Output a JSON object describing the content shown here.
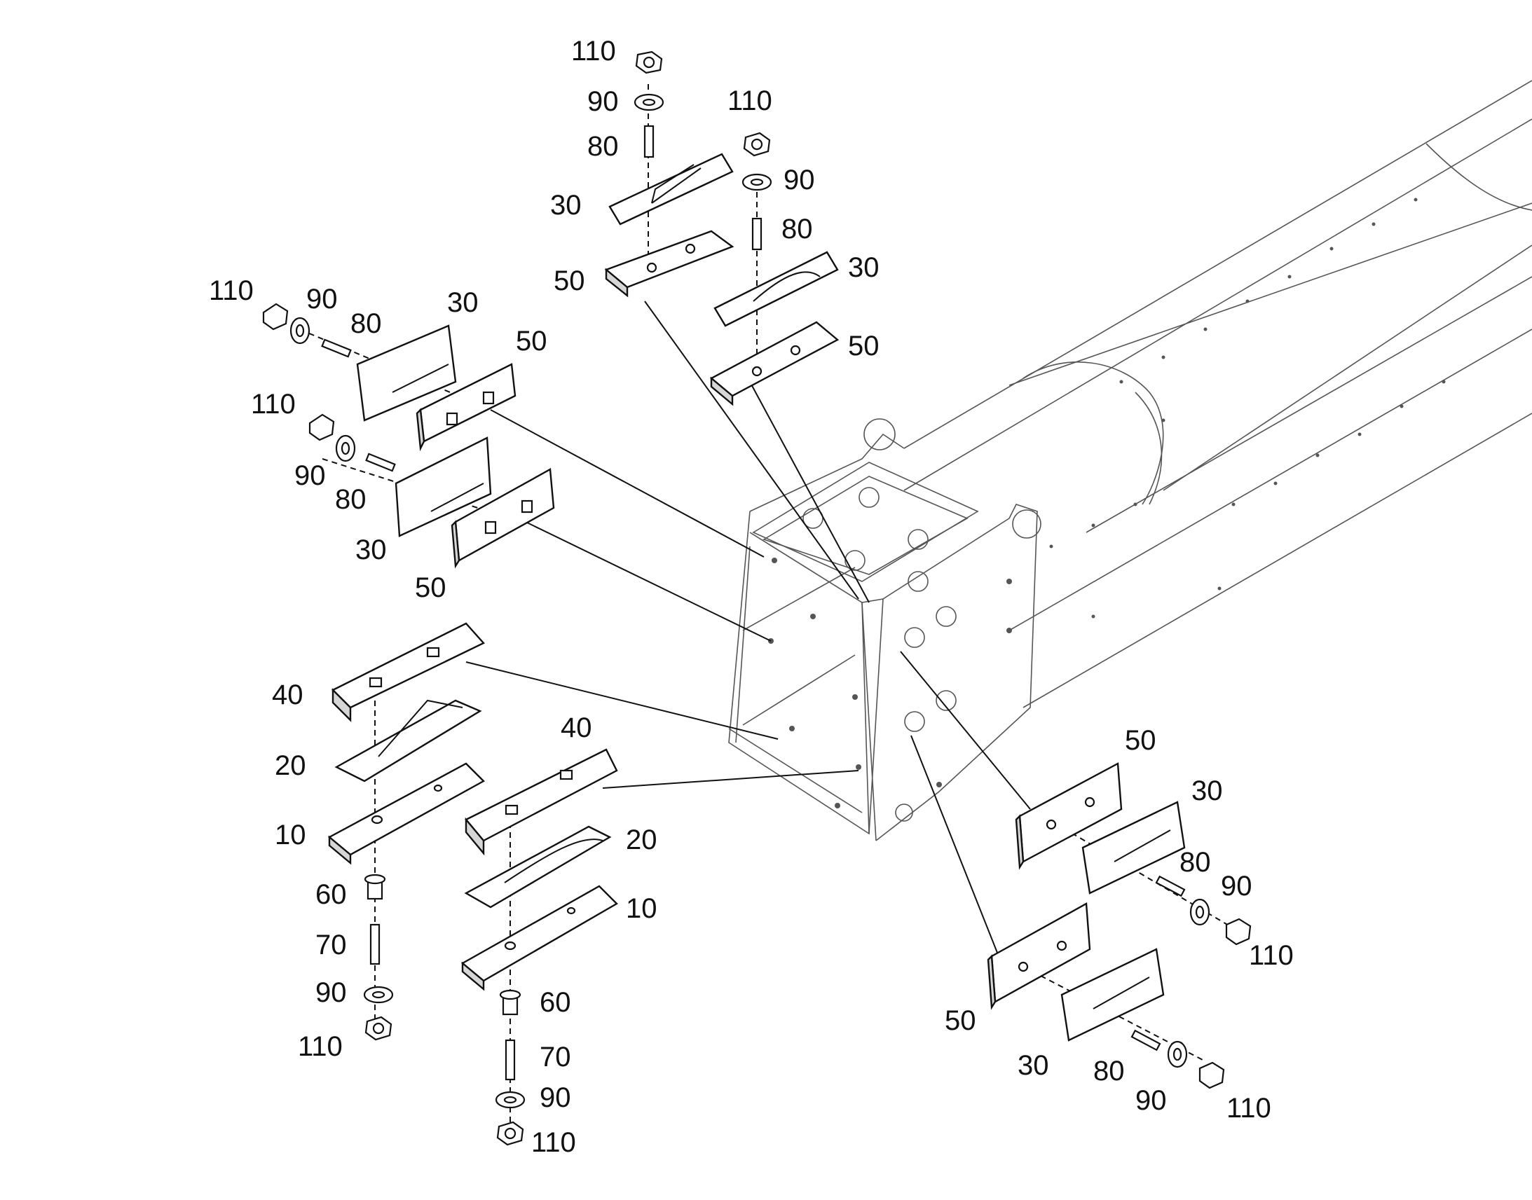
{
  "diagram": {
    "labels": [
      "110",
      "90",
      "80",
      "30",
      "50",
      "110",
      "90",
      "80",
      "30",
      "50",
      "110",
      "90",
      "80",
      "30",
      "50",
      "110",
      "90",
      "80",
      "30",
      "50",
      "40",
      "20",
      "10",
      "60",
      "70",
      "90",
      "110",
      "40",
      "20",
      "10",
      "60",
      "70",
      "90",
      "110",
      "50",
      "30",
      "80",
      "90",
      "110",
      "50",
      "30",
      "80",
      "90",
      "110"
    ]
  }
}
